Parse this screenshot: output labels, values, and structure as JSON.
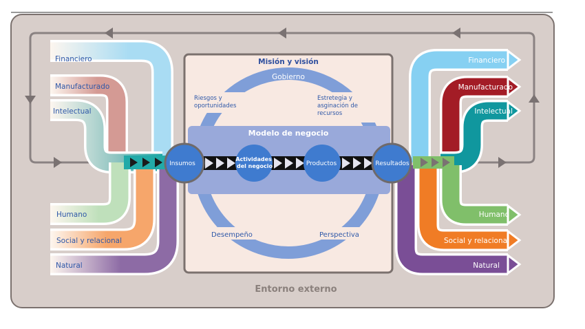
{
  "diagram": {
    "environment_label": "Entorno externo",
    "mission_label": "Misión y visión",
    "governance_label": "Gobierno",
    "risks_label": [
      "Riesgos y",
      "oportunidades"
    ],
    "strategy_label": [
      "Estretegia y",
      "asginación de",
      "recursos"
    ],
    "business_model_label": "Modelo de negocio",
    "performance_label": "Desempeño",
    "outlook_label": "Perspectiva",
    "nodes": [
      {
        "id": "insumos",
        "label": [
          "Insumos"
        ]
      },
      {
        "id": "actividades",
        "label": [
          "Actividades",
          "del negocio"
        ]
      },
      {
        "id": "productos",
        "label": [
          "Productos"
        ]
      },
      {
        "id": "resultados",
        "label": [
          "Resultados"
        ]
      }
    ],
    "input_capitals": [
      {
        "label": "Financiero",
        "color": "#9dd8f2"
      },
      {
        "label": "Manufacturado",
        "color": "#d49a94"
      },
      {
        "label": "Intelectual",
        "color": "#8cc3c0"
      },
      {
        "label": "Humano",
        "color": "#b8ddb5"
      },
      {
        "label": "Social y relacional",
        "color": "#f6a66b"
      },
      {
        "label": "Natural",
        "color": "#8d6ba5"
      }
    ],
    "output_capitals": [
      {
        "label": "Financiero",
        "color": "#86d0f2"
      },
      {
        "label": "Manufacturado",
        "color": "#a31c26"
      },
      {
        "label": "Intelectual",
        "color": "#10979e"
      },
      {
        "label": "Humano",
        "color": "#80bf6a"
      },
      {
        "label": "Social y relacional",
        "color": "#f07c25"
      },
      {
        "label": "Natural",
        "color": "#7a4e96"
      }
    ],
    "colors": {
      "background": "#d8ceca",
      "frame": "#7b716e",
      "feedback_arrow": "#8a8282",
      "inner_panel": "#f8e9e2",
      "ring": "#7f9ed8",
      "model_band": "#99a9da",
      "node": "#3f7bcf"
    }
  }
}
